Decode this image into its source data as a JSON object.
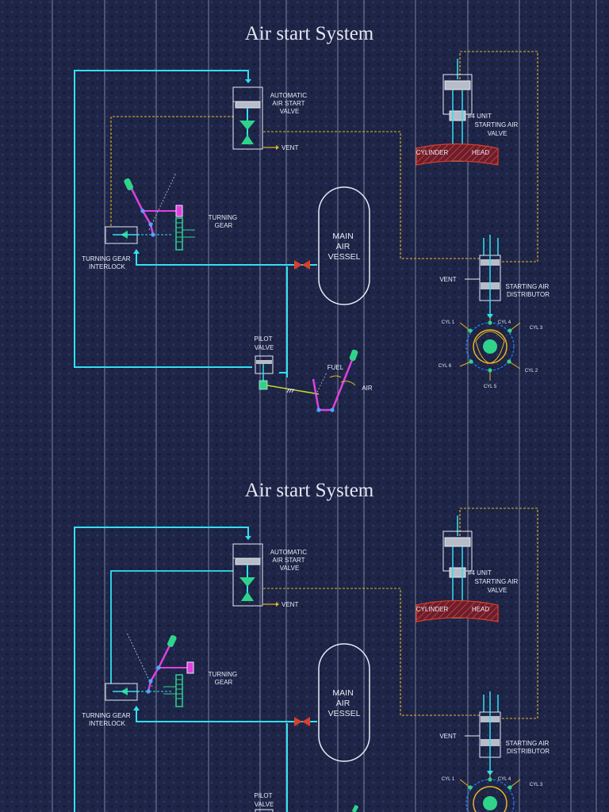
{
  "panels": [
    {
      "title": "Air start System",
      "labels": {
        "auto_valve": [
          "AUTOMATIC",
          "AIR START",
          "VALVE"
        ],
        "vent_top": "VENT",
        "unit4": [
          "#4 UNIT",
          "STARTING AIR",
          "VALVE"
        ],
        "cylinder": "CYLINDER",
        "head": "HEAD",
        "turning_gear": [
          "TURNING",
          "GEAR"
        ],
        "interlock": [
          "TURNING GEAR",
          "INTERLOCK"
        ],
        "vessel": [
          "MAIN",
          "AIR",
          "VESSEL"
        ],
        "vent_dist": "VENT",
        "distributor": [
          "STARTING AIR",
          "DISTRIBUTOR"
        ],
        "pilot": [
          "PILOT",
          "VALVE"
        ],
        "fuel": "FUEL",
        "air": "AIR",
        "cyl": [
          "CYL 1",
          "CYL 4",
          "CYL 3",
          "CYL 6",
          "CYL 2",
          "CYL 5"
        ]
      }
    },
    {
      "title": "Air start System",
      "labels": {
        "auto_valve": [
          "AUTOMATIC",
          "AIR START",
          "VALVE"
        ],
        "vent_top": "VENT",
        "unit4": [
          "#4 UNIT",
          "STARTING AIR",
          "VALVE"
        ],
        "cylinder": "CYLINDER",
        "head": "HEAD",
        "turning_gear": [
          "TURNING",
          "GEAR"
        ],
        "interlock": [
          "TURNING GEAR",
          "INTERLOCK"
        ],
        "vessel": [
          "MAIN",
          "AIR",
          "VESSEL"
        ],
        "vent_dist": "VENT",
        "distributor": [
          "STARTING AIR",
          "DISTRIBUTOR"
        ],
        "pilot": [
          "PILOT",
          "VALVE"
        ],
        "fuel": "",
        "air": "",
        "cyl": [
          "CYL 1",
          "CYL 4",
          "CYL 3",
          "",
          "",
          ""
        ]
      }
    }
  ],
  "colors": {
    "air_line": "#33e0f0",
    "signal_line": "#e8b425",
    "linkage": "#e040e0",
    "valve": "#d9402a",
    "component": "#e8ebf5",
    "green": "#2fd48a"
  }
}
